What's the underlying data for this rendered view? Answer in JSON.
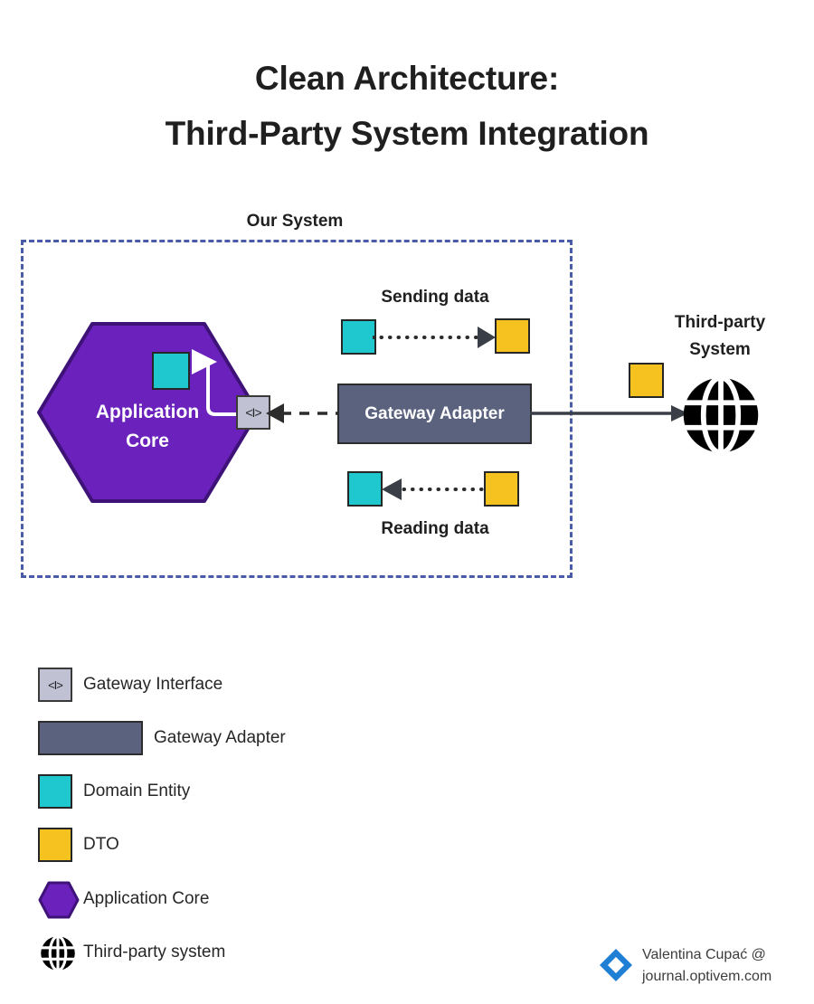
{
  "title": {
    "line1": "Clean Architecture:",
    "line2": "Third-Party System Integration"
  },
  "diagram": {
    "boundary_label": "Our System",
    "application_core": {
      "label_line1": "Application",
      "label_line2": "Core"
    },
    "gateway_interface_glyph": "<I>",
    "gateway_adapter_label": "Gateway Adapter",
    "sending_data_label": "Sending data",
    "reading_data_label": "Reading data",
    "third_party": {
      "label_line1": "Third-party",
      "label_line2": "System"
    }
  },
  "legend": {
    "items": [
      {
        "label": "Gateway Interface",
        "icon": "gateway-interface-icon",
        "glyph": "<I>"
      },
      {
        "label": "Gateway Adapter",
        "icon": "gateway-adapter-icon"
      },
      {
        "label": "Domain Entity",
        "icon": "domain-entity-icon"
      },
      {
        "label": "DTO",
        "icon": "dto-icon"
      },
      {
        "label": "Application Core",
        "icon": "application-core-icon"
      },
      {
        "label": "Third-party system",
        "icon": "globe-icon"
      }
    ]
  },
  "footer": {
    "author": "Valentina Cupać @",
    "site": "journal.optivem.com"
  },
  "colors": {
    "application_core": "#6b21bc",
    "application_core_border": "#3f1278",
    "domain_entity": "#1ec8ce",
    "dto": "#f5c220",
    "gateway_adapter": "#5a627e",
    "gateway_interface": "#c0c2d4",
    "boundary": "#4a5ba8",
    "third_party": "#000000",
    "logo": "#1f7fd4",
    "text": "#1f1f1f"
  }
}
